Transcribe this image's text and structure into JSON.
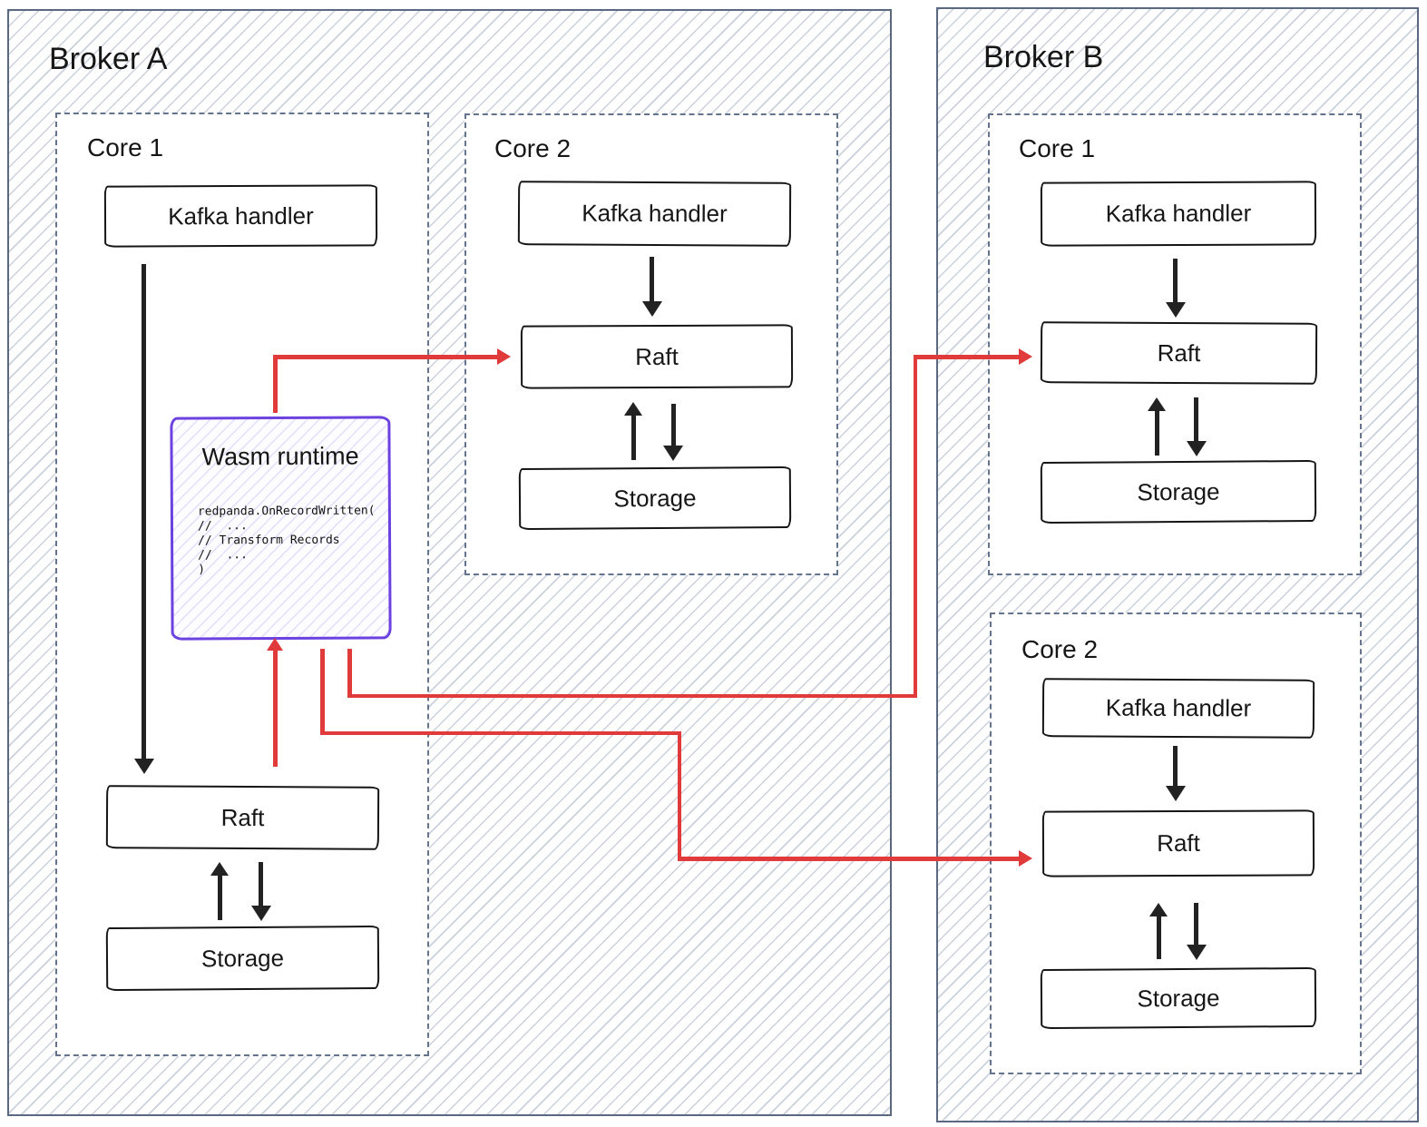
{
  "broker_a": {
    "title": "Broker A",
    "core1": {
      "title": "Core 1",
      "kafka": "Kafka handler",
      "raft": "Raft",
      "storage": "Storage"
    },
    "core2": {
      "title": "Core 2",
      "kafka": "Kafka handler",
      "raft": "Raft",
      "storage": "Storage"
    }
  },
  "broker_b": {
    "title": "Broker B",
    "core1": {
      "title": "Core 1",
      "kafka": "Kafka handler",
      "raft": "Raft",
      "storage": "Storage"
    },
    "core2": {
      "title": "Core 2",
      "kafka": "Kafka handler",
      "raft": "Raft",
      "storage": "Storage"
    }
  },
  "wasm": {
    "title": "Wasm runtime",
    "code": [
      "redpanda.OnRecordWritten(",
      "//  ...",
      "// Transform Records",
      "//  ...",
      ")"
    ]
  },
  "colors": {
    "arrow_red": "#e03a3a",
    "wasm_purple": "#6b42e0",
    "frame_slate": "#5a6880",
    "hatch_line": "#cad1dc",
    "node_black": "#151515"
  }
}
